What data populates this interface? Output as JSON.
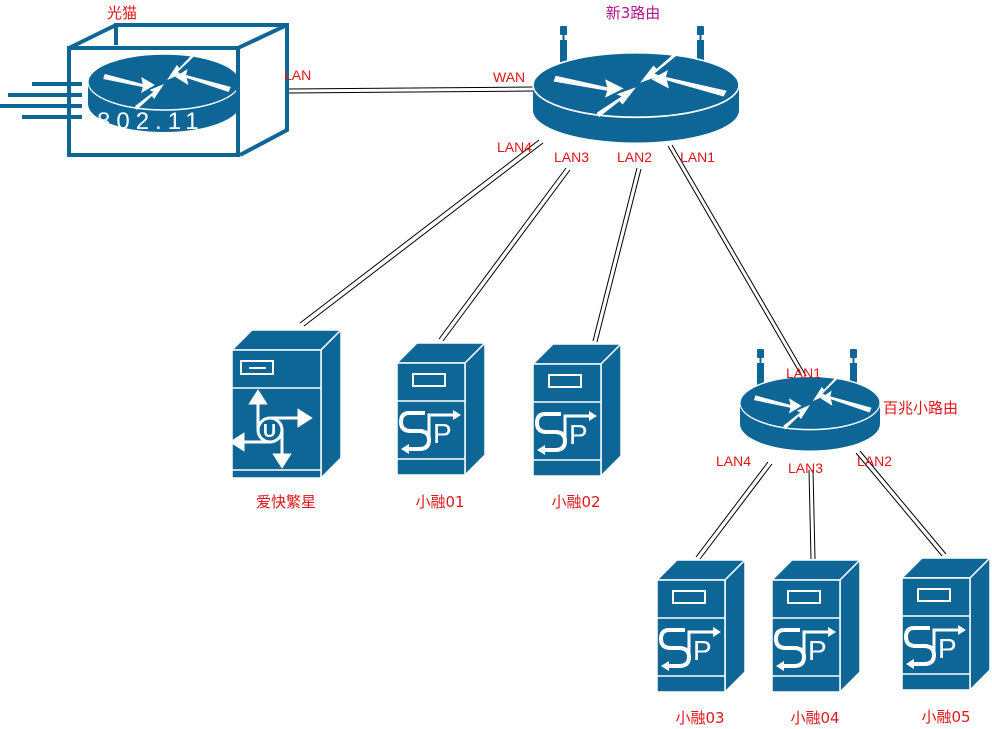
{
  "colors": {
    "device": "#0d6695",
    "device_light": "#ffffff",
    "label_red": "#e0161b",
    "label_purple": "#b0128e",
    "link": "#000000"
  },
  "devices": {
    "optical_modem": {
      "label": "光猫",
      "icon": "wireless-router-802.11-icon",
      "badge": "802.11"
    },
    "main_router": {
      "label": "新3路由",
      "icon": "wireless-router-icon"
    },
    "small_router": {
      "label": "百兆小路由",
      "icon": "wireless-router-icon"
    },
    "aikuai": {
      "label": "爱快繁星",
      "icon": "ucs-server-icon"
    },
    "xr01": {
      "label": "小融01",
      "icon": "sip-server-icon"
    },
    "xr02": {
      "label": "小融02",
      "icon": "sip-server-icon"
    },
    "xr03": {
      "label": "小融03",
      "icon": "sip-server-icon"
    },
    "xr04": {
      "label": "小融04",
      "icon": "sip-server-icon"
    },
    "xr05": {
      "label": "小融05",
      "icon": "sip-server-icon"
    }
  },
  "ports": {
    "modem_lan": "LAN",
    "main_wan": "WAN",
    "main_lan1": "LAN1",
    "main_lan2": "LAN2",
    "main_lan3": "LAN3",
    "main_lan4": "LAN4",
    "small_lan1": "LAN1",
    "small_lan2": "LAN2",
    "small_lan3": "LAN3",
    "small_lan4": "LAN4"
  },
  "links": [
    {
      "from": "optical_modem:LAN",
      "to": "main_router:WAN"
    },
    {
      "from": "main_router:LAN4",
      "to": "aikuai"
    },
    {
      "from": "main_router:LAN3",
      "to": "xr01"
    },
    {
      "from": "main_router:LAN2",
      "to": "xr02"
    },
    {
      "from": "main_router:LAN1",
      "to": "small_router:LAN1"
    },
    {
      "from": "small_router:LAN4",
      "to": "xr03"
    },
    {
      "from": "small_router:LAN3",
      "to": "xr04"
    },
    {
      "from": "small_router:LAN2",
      "to": "xr05"
    }
  ]
}
